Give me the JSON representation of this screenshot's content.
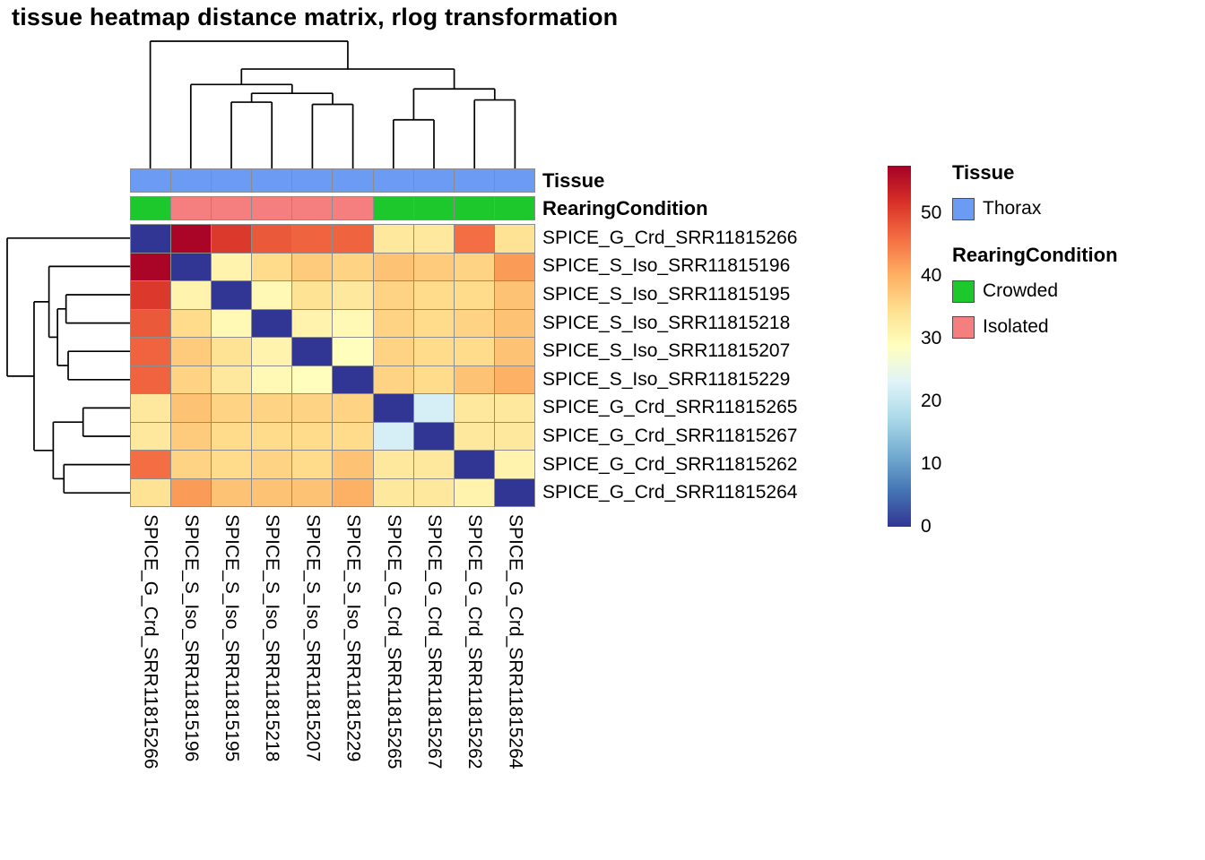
{
  "title": "tissue heatmap distance matrix, rlog transformation",
  "colors": {
    "scale_stops": [
      "#313695",
      "#4575b4",
      "#74add1",
      "#abd9e9",
      "#e0f3f8",
      "#ffffbf",
      "#fee090",
      "#fdae61",
      "#f46d43",
      "#d73027",
      "#a50026"
    ],
    "cell_border": "#8c8c8c"
  },
  "annotations": {
    "tissue_label": "Tissue",
    "rearing_label": "RearingCondition",
    "tissue_values": [
      "Thorax",
      "Thorax",
      "Thorax",
      "Thorax",
      "Thorax",
      "Thorax",
      "Thorax",
      "Thorax",
      "Thorax",
      "Thorax"
    ],
    "rearing_values": [
      "Crowded",
      "Isolated",
      "Isolated",
      "Isolated",
      "Isolated",
      "Isolated",
      "Crowded",
      "Crowded",
      "Crowded",
      "Crowded"
    ]
  },
  "legend": {
    "tissue_title": "Tissue",
    "tissue_items": [
      {
        "label": "Thorax",
        "color": "#6B9BF2"
      }
    ],
    "rearing_title": "RearingCondition",
    "rearing_items": [
      {
        "label": "Crowded",
        "color": "#1DC82C"
      },
      {
        "label": "Isolated",
        "color": "#F57F7F"
      }
    ]
  },
  "colorbar": {
    "min": 0,
    "max": 57.6,
    "ticks": [
      50,
      40,
      30,
      20,
      10,
      0
    ]
  },
  "chart_data": {
    "type": "heatmap",
    "title": "tissue heatmap distance matrix, rlog transformation",
    "labels": [
      "SPICE_G_Crd_SRR11815266",
      "SPICE_S_Iso_SRR11815196",
      "SPICE_S_Iso_SRR11815195",
      "SPICE_S_Iso_SRR11815218",
      "SPICE_S_Iso_SRR11815207",
      "SPICE_S_Iso_SRR11815229",
      "SPICE_G_Crd_SRR11815265",
      "SPICE_G_Crd_SRR11815267",
      "SPICE_G_Crd_SRR11815262",
      "SPICE_G_Crd_SRR11815264"
    ],
    "matrix": [
      [
        0,
        57,
        51,
        48,
        47,
        47,
        33,
        33,
        46,
        34
      ],
      [
        57,
        0,
        31,
        35,
        37,
        36,
        38,
        37,
        36,
        42
      ],
      [
        51,
        31,
        0,
        30,
        34,
        33,
        36,
        35,
        35,
        38
      ],
      [
        48,
        35,
        30,
        0,
        31,
        30,
        36,
        35,
        36,
        38
      ],
      [
        47,
        37,
        34,
        31,
        0,
        29,
        36,
        35,
        35,
        38
      ],
      [
        47,
        36,
        33,
        30,
        29,
        0,
        36,
        35,
        38,
        40
      ],
      [
        33,
        38,
        36,
        36,
        36,
        36,
        0,
        22,
        33,
        33
      ],
      [
        33,
        37,
        35,
        35,
        35,
        35,
        22,
        0,
        33,
        33
      ],
      [
        46,
        36,
        35,
        36,
        35,
        38,
        33,
        33,
        0,
        31
      ],
      [
        34,
        42,
        38,
        38,
        38,
        40,
        33,
        33,
        31,
        0
      ]
    ],
    "dendrogram": {
      "h": 57.6,
      "c": [
        {
          "leaf": 0
        },
        {
          "h": 45,
          "c": [
            {
              "h": 38,
              "c": [
                {
                  "leaf": 1
                },
                {
                  "h": 34,
                  "c": [
                    {
                      "h": 30,
                      "c": [
                        {
                          "leaf": 2
                        },
                        {
                          "leaf": 3
                        }
                      ]
                    },
                    {
                      "h": 29,
                      "c": [
                        {
                          "leaf": 4
                        },
                        {
                          "leaf": 5
                        }
                      ]
                    }
                  ]
                }
              ]
            },
            {
              "h": 36,
              "c": [
                {
                  "h": 22,
                  "c": [
                    {
                      "leaf": 6
                    },
                    {
                      "leaf": 7
                    }
                  ]
                },
                {
                  "h": 31,
                  "c": [
                    {
                      "leaf": 8
                    },
                    {
                      "leaf": 9
                    }
                  ]
                }
              ]
            }
          ]
        }
      ]
    }
  }
}
